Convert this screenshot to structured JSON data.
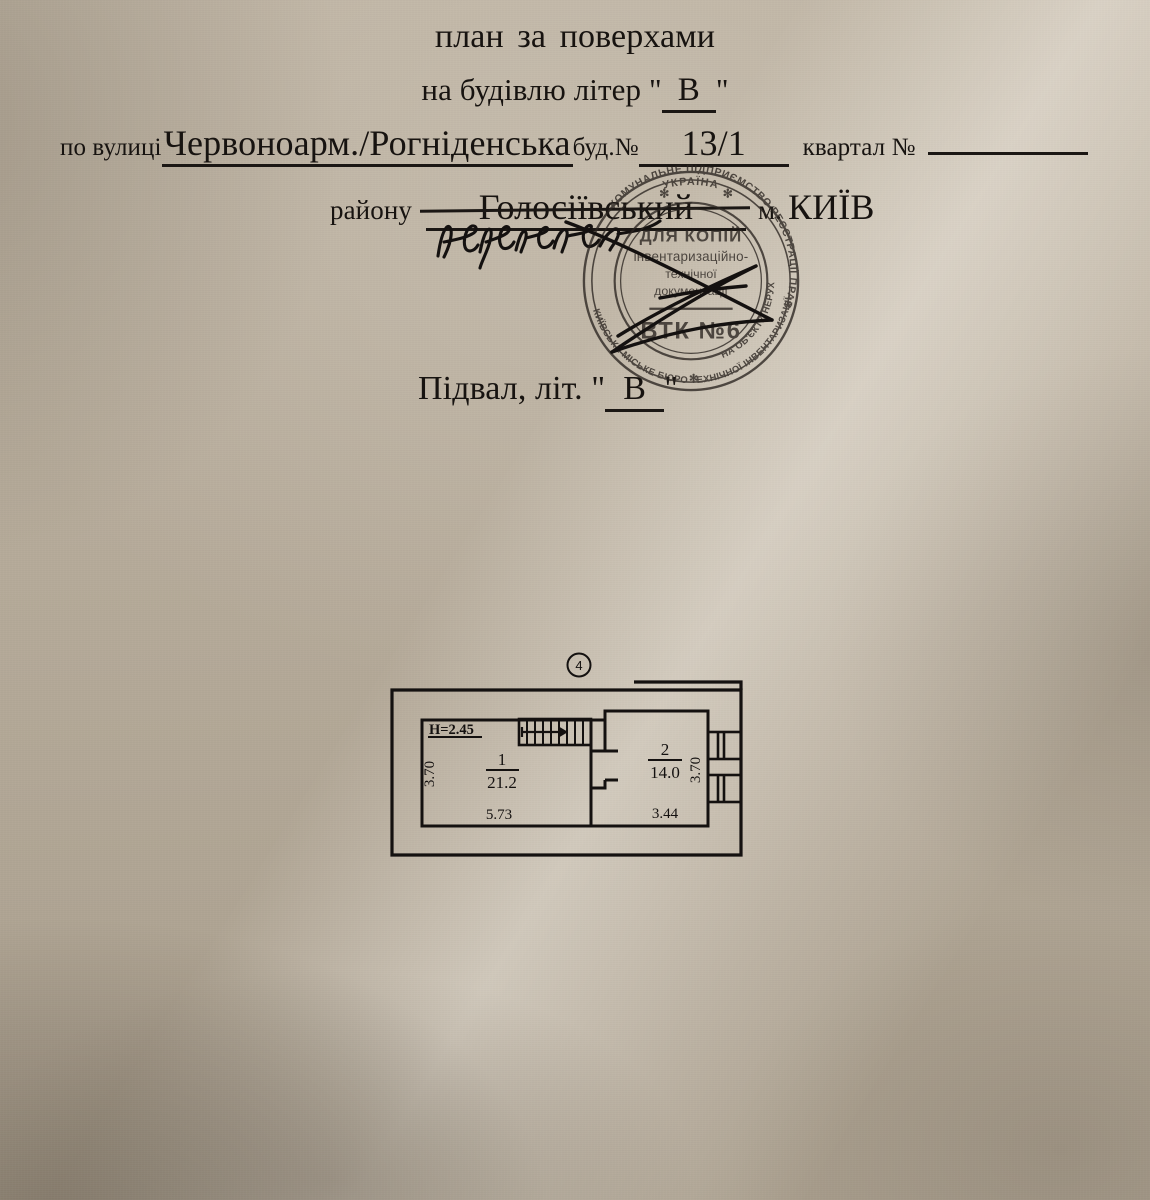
{
  "document": {
    "title": "план за  поверхами",
    "line2_prefix": "на  будівлю літер",
    "quote_open": "\"",
    "quote_close": "\"",
    "building_letter": "В",
    "street_label": "по вулиці",
    "street_value": "Червоноарм./Рогніденська",
    "house_label": "буд.№",
    "house_value": "13/1",
    "block_label": "квартал №",
    "block_value": "",
    "district_label": "району",
    "district_value": "Голосіївський",
    "district_correction": "Печерський",
    "city_label": "м.",
    "city_value": "КИЇВ",
    "level_label": "Підвал, літ.",
    "level_letter": "В"
  },
  "stamp": {
    "center_line1": "ДЛЯ КОПІЙ",
    "center_line2": "інвентаризаційно-",
    "center_line3": "технічної",
    "center_line4": "документації",
    "center_line5": "ВТК №6",
    "ring_top": "УКРАЇНА",
    "ring_right": "КОМУНАЛЬНЕ ПІДПРИЄМСТВО РЕЄСТРАЦІЇ ПРАВА ВЛАСНОСТІ",
    "ring_bottom_left": "КИЇВСЬКЕ МІСЬКЕ БЮРО ТЕХНІЧНОЇ ІНВЕНТАРИЗАЦІЇ",
    "ring_left": "НА ОБ'ЄКТИ НЕРУХОМОГО",
    "cancelled": true
  },
  "floor_plan": {
    "marker_top": "4",
    "ceiling_height_label": "H=2.45",
    "rooms": [
      {
        "number": "1",
        "area": "21.2",
        "width_label": "5.73",
        "height_label": "3.70"
      },
      {
        "number": "2",
        "area": "14.0",
        "width_label": "3.44",
        "height_label": "3.70"
      }
    ],
    "features": {
      "stairs": "stairs-up-arrow-right",
      "windows_right": 2,
      "door_opening": "doorway-between-rooms"
    }
  },
  "colors": {
    "paper": "#b3a897",
    "ink": "#171310",
    "stamp_ink": "#2a2420"
  }
}
